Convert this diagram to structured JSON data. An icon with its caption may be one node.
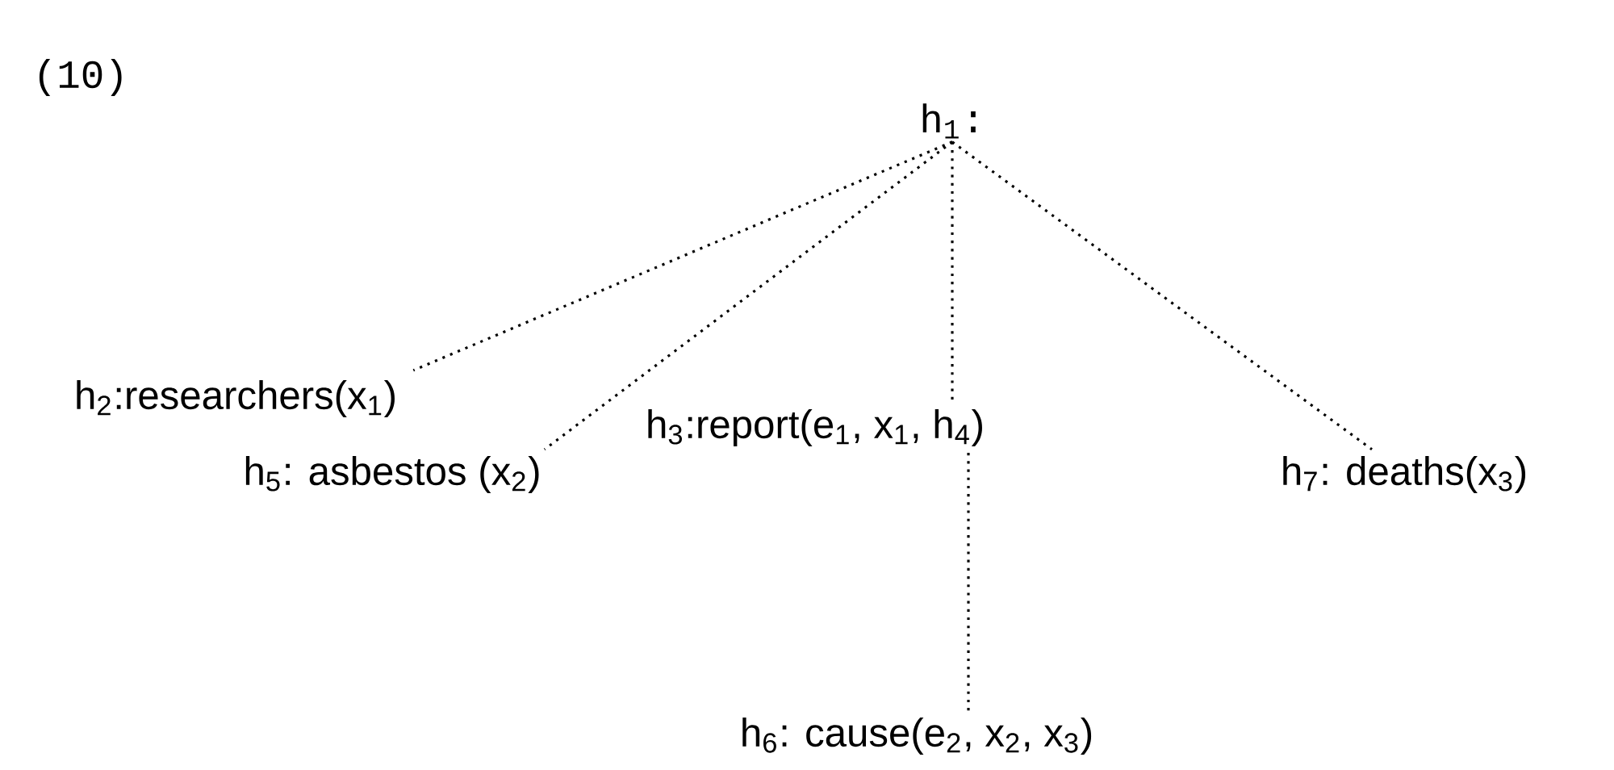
{
  "diagram": {
    "nodes": [
      {
        "text": [
          "h$_{1}$:"
        ]
      },
      {
        "text": [
          "h$_{2}$:researchers(x$_{1}$)"
        ]
      },
      {
        "text": [
          "h$_{5}$: asbestos (x$_{2}$)"
        ]
      },
      {
        "text": [
          "h$_{3}$:report(e$_{1}$, x$_{1}$, h$_{4}$)"
        ]
      },
      {
        "text": [
          "h$_{7}$: deaths(x$_{3}$)"
        ]
      },
      {
        "text": [
          "h$_{6}$: cause(e$_{2}$, x$_{2}$,  x$_{3}$)"
        ]
      }
    ],
    "edges": [
      {
        "from": 0,
        "to": 1,
        "arrow": "none"
      },
      {
        "from": 0,
        "to": 2,
        "arrow": "none"
      },
      {
        "from": 0,
        "to": 3,
        "arrow": "none"
      },
      {
        "from": 0,
        "to": 4,
        "arrow": "none"
      },
      {
        "from": 3,
        "to": 5,
        "arrow": "none"
      }
    ],
    "labels": [
      "(10)"
    ]
  }
}
